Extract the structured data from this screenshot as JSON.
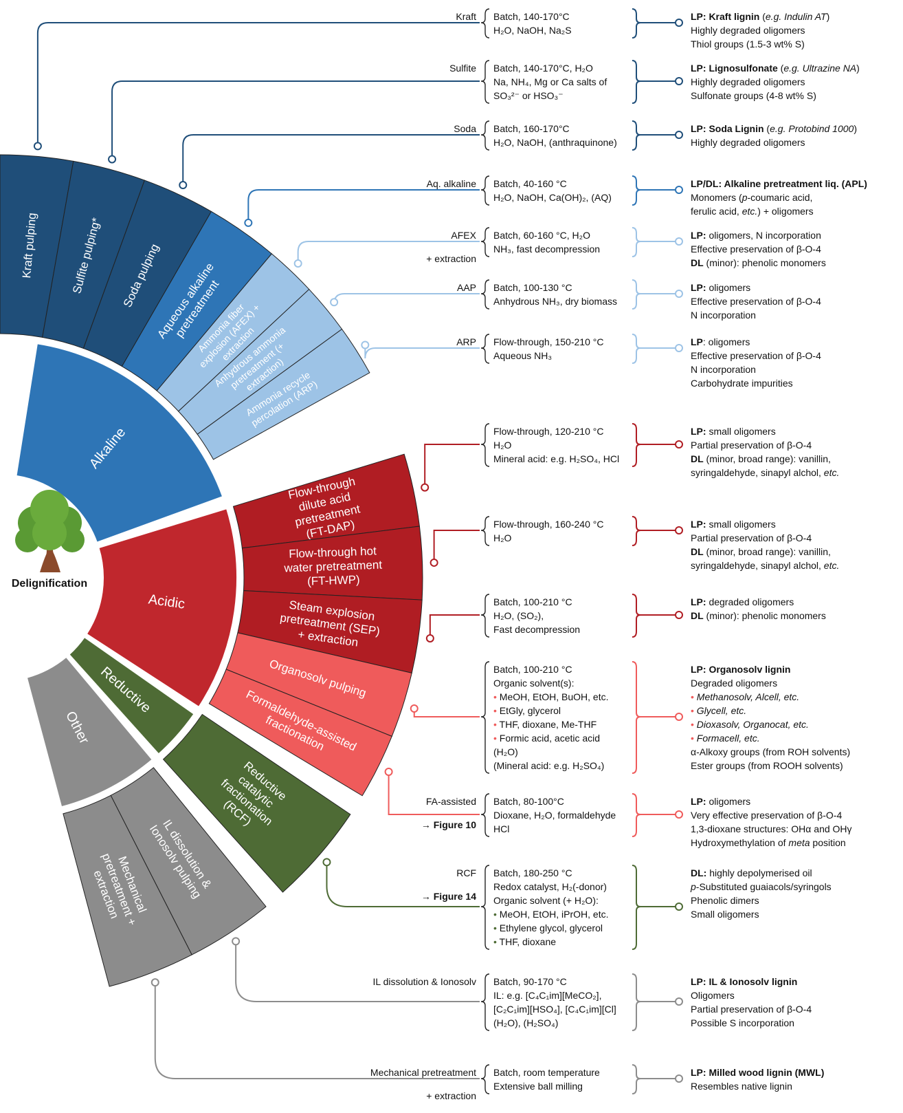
{
  "center": {
    "label": "Delignification"
  },
  "categories": [
    {
      "key": "alkaline",
      "label": "Alkaline",
      "color": "#2e75b6"
    },
    {
      "key": "acidic",
      "label": "Acidic",
      "color": "#c0272d"
    },
    {
      "key": "reductive",
      "label": "Reductive",
      "color": "#4e6b35"
    },
    {
      "key": "other",
      "label": "Other",
      "color": "#8c8c8c"
    }
  ],
  "palette": {
    "dark_blue": "#1f4e79",
    "mid_blue": "#2e75b6",
    "light_blue": "#9dc3e6",
    "dark_red": "#b01d23",
    "light_red": "#ef5b5b",
    "green": "#4e6b35",
    "grey": "#8c8c8c"
  },
  "processes": [
    {
      "segment": "Kraft pulping",
      "color": "dark_blue",
      "name": "Kraft",
      "name2": "",
      "conditions": [
        "Batch, 140-170°C",
        "H₂O, NaOH, Na₂S"
      ],
      "products": [
        [
          {
            "t": "LP: Kraft lignin",
            "b": true
          },
          {
            "t": " ("
          },
          {
            "t": "e.g. Indulin AT",
            "i": true
          },
          {
            "t": ")"
          }
        ],
        [
          {
            "t": "Highly degraded oligomers"
          }
        ],
        [
          {
            "t": "Thiol groups (1.5-3 wt% S)"
          }
        ]
      ]
    },
    {
      "segment": "Sulfite pulping*",
      "color": "dark_blue",
      "name": "Sulfite",
      "name2": "",
      "conditions": [
        "Batch, 140-170°C, H₂O",
        "Na, NH₄, Mg or Ca salts of",
        "SO₃²⁻ or HSO₃⁻"
      ],
      "products": [
        [
          {
            "t": "LP: Lignosulfonate",
            "b": true
          },
          {
            "t": " ("
          },
          {
            "t": "e.g. Ultrazine NA",
            "i": true
          },
          {
            "t": ")"
          }
        ],
        [
          {
            "t": "Highly degraded oligomers"
          }
        ],
        [
          {
            "t": "Sulfonate groups (4-8 wt% S)"
          }
        ]
      ]
    },
    {
      "segment": "Soda pulping",
      "color": "dark_blue",
      "name": "Soda",
      "name2": "",
      "conditions": [
        "Batch, 160-170°C",
        "H₂O, NaOH, (anthraquinone)"
      ],
      "products": [
        [
          {
            "t": "LP: Soda Lignin",
            "b": true
          },
          {
            "t": " ("
          },
          {
            "t": "e.g. Protobind 1000",
            "i": true
          },
          {
            "t": ")"
          }
        ],
        [
          {
            "t": "Highly degraded oligomers"
          }
        ]
      ]
    },
    {
      "segment": "Aqueous alkaline pretreatment",
      "color": "mid_blue",
      "name": "Aq. alkaline",
      "name2": "",
      "conditions": [
        "Batch, 40-160 °C",
        "H₂O, NaOH, Ca(OH)₂, (AQ)"
      ],
      "products": [
        [
          {
            "t": "LP/DL: Alkaline pretreatment liq. (APL)",
            "b": true
          }
        ],
        [
          {
            "t": "Monomers ("
          },
          {
            "t": "p",
            "i": true
          },
          {
            "t": "-coumaric acid,"
          }
        ],
        [
          {
            "t": "ferulic acid, "
          },
          {
            "t": "etc.",
            "i": true
          },
          {
            "t": ") + oligomers"
          }
        ]
      ]
    },
    {
      "segment": "Ammonia fiber explosion (AFEX) + extraction",
      "color": "light_blue",
      "name": "AFEX",
      "name2": "+ extraction",
      "conditions": [
        "Batch, 60-160 °C, H₂O",
        "NH₃, fast decompression"
      ],
      "products": [
        [
          {
            "t": "LP:",
            "b": true
          },
          {
            "t": " oligomers, N incorporation"
          }
        ],
        [
          {
            "t": "Effective preservation of β-O-4"
          }
        ],
        [
          {
            "t": "DL",
            "b": true
          },
          {
            "t": " (minor): phenolic monomers"
          }
        ]
      ]
    },
    {
      "segment": "Anhydrous ammonia pretreatment (+ extraction)",
      "color": "light_blue",
      "name": "AAP",
      "name2": "",
      "conditions": [
        "Batch, 100-130 °C",
        "Anhydrous NH₃, dry biomass"
      ],
      "products": [
        [
          {
            "t": "LP:",
            "b": true
          },
          {
            "t": " oligomers"
          }
        ],
        [
          {
            "t": "Effective preservation of β-O-4"
          }
        ],
        [
          {
            "t": "N incorporation"
          }
        ]
      ]
    },
    {
      "segment": "Ammonia recycle percolation (ARP)",
      "color": "light_blue",
      "name": "ARP",
      "name2": "",
      "conditions": [
        "Flow-through, 150-210 °C",
        "Aqueous NH₃"
      ],
      "products": [
        [
          {
            "t": "LP",
            "b": true
          },
          {
            "t": ": oligomers"
          }
        ],
        [
          {
            "t": "Effective preservation of β-O-4"
          }
        ],
        [
          {
            "t": "N incorporation"
          }
        ],
        [
          {
            "t": "Carbohydrate impurities"
          }
        ]
      ]
    },
    {
      "segment": "Flow-through dilute acid pretreatment (FT-DAP)",
      "color": "dark_red",
      "name": "",
      "name2": "",
      "conditions": [
        "Flow-through, 120-210 °C",
        "H₂O",
        "Mineral acid: e.g. H₂SO₄, HCl"
      ],
      "products": [
        [
          {
            "t": "LP:",
            "b": true
          },
          {
            "t": " small oligomers"
          }
        ],
        [
          {
            "t": "Partial preservation of β-O-4"
          }
        ],
        [
          {
            "t": "DL",
            "b": true
          },
          {
            "t": " (minor, broad range): vanillin,"
          }
        ],
        [
          {
            "t": "syringaldehyde, sinapyl alchol, "
          },
          {
            "t": "etc.",
            "i": true
          }
        ]
      ]
    },
    {
      "segment": "Flow-through hot water pretreatment (FT-HWP)",
      "color": "dark_red",
      "name": "",
      "name2": "",
      "conditions": [
        "Flow-through, 160-240 °C",
        "H₂O"
      ],
      "products": [
        [
          {
            "t": "LP:",
            "b": true
          },
          {
            "t": " small oligomers"
          }
        ],
        [
          {
            "t": "Partial preservation of β-O-4"
          }
        ],
        [
          {
            "t": "DL",
            "b": true
          },
          {
            "t": " (minor, broad range): vanillin,"
          }
        ],
        [
          {
            "t": "syringaldehyde, sinapyl alchol, "
          },
          {
            "t": "etc.",
            "i": true
          }
        ]
      ]
    },
    {
      "segment": "Steam explosion pretreatment (SEP) + extraction",
      "color": "dark_red",
      "name": "",
      "name2": "",
      "conditions": [
        "Batch, 100-210 °C",
        "H₂O, (SO₂),",
        "Fast decompression"
      ],
      "products": [
        [
          {
            "t": "LP:",
            "b": true
          },
          {
            "t": " degraded oligomers"
          }
        ],
        [
          {
            "t": "DL",
            "b": true
          },
          {
            "t": " (minor): phenolic monomers"
          }
        ]
      ]
    },
    {
      "segment": "Organosolv pulping",
      "color": "light_red",
      "name": "",
      "name2": "",
      "conditions": [
        "Batch, 100-210 °C",
        "Organic solvent(s):",
        "• MeOH, EtOH, BuOH, etc.",
        "• EtGly, glycerol",
        "• THF, dioxane, Me-THF",
        "• Formic acid, acetic acid",
        "(H₂O)",
        "(Mineral acid: e.g. H₂SO₄)"
      ],
      "products": [
        [
          {
            "t": "LP: Organosolv lignin",
            "b": true
          }
        ],
        [
          {
            "t": "Degraded oligomers"
          }
        ],
        [
          {
            "t": "• ",
            "dot": true
          },
          {
            "t": "Methanosolv, Alcell, etc.",
            "i": true
          }
        ],
        [
          {
            "t": "• ",
            "dot": true
          },
          {
            "t": "Glycell, etc.",
            "i": true
          }
        ],
        [
          {
            "t": "• ",
            "dot": true
          },
          {
            "t": "Dioxasolv, Organocat, etc.",
            "i": true
          }
        ],
        [
          {
            "t": "• ",
            "dot": true
          },
          {
            "t": "Formacell, etc.",
            "i": true
          }
        ],
        [
          {
            "t": "α-Alkoxy groups (from ROH solvents)"
          }
        ],
        [
          {
            "t": "Ester groups (from ROOH solvents)"
          }
        ]
      ]
    },
    {
      "segment": "Formaldehyde-assisted fractionation",
      "color": "light_red",
      "name": "FA-assisted",
      "name2": "→ Figure 10",
      "conditions": [
        "Batch, 80-100°C",
        "Dioxane, H₂O, formaldehyde",
        "HCl"
      ],
      "products": [
        [
          {
            "t": "LP:",
            "b": true
          },
          {
            "t": " oligomers"
          }
        ],
        [
          {
            "t": "Very effective preservation of β-O-4"
          }
        ],
        [
          {
            "t": "1,3-dioxane structures: OHα and OHγ"
          }
        ],
        [
          {
            "t": "Hydroxymethylation of "
          },
          {
            "t": "meta",
            "i": true
          },
          {
            "t": " position"
          }
        ]
      ]
    },
    {
      "segment": "Reductive catalytic fractionation (RCF)",
      "color": "green",
      "name": "RCF",
      "name2": "→ Figure 14",
      "conditions": [
        "Batch, 180-250 °C",
        "Redox catalyst, H₂(-donor)",
        "Organic solvent (+ H₂O):",
        "• MeOH, EtOH, iPrOH, etc.",
        "• Ethylene glycol, glycerol",
        "• THF, dioxane"
      ],
      "products": [
        [
          {
            "t": "DL:",
            "b": true
          },
          {
            "t": " highly depolymerised oil"
          }
        ],
        [
          {
            "t": "p",
            "i": true
          },
          {
            "t": "-Substituted guaiacols/syringols"
          }
        ],
        [
          {
            "t": "Phenolic dimers"
          }
        ],
        [
          {
            "t": "Small oligomers"
          }
        ]
      ]
    },
    {
      "segment": "IL dissolution & Ionosolv pulping",
      "color": "grey",
      "name": "IL dissolution & Ionosolv",
      "name2": "",
      "conditions": [
        "Batch, 90-170 °C",
        "IL: e.g. [C₄C₁im][MeCO₂],",
        "[C₂C₁im][HSO₄], [C₄C₁im][Cl]",
        "(H₂O), (H₂SO₄)"
      ],
      "products": [
        [
          {
            "t": "LP: IL & Ionosolv lignin",
            "b": true
          }
        ],
        [
          {
            "t": "Oligomers"
          }
        ],
        [
          {
            "t": "Partial preservation of β-O-4"
          }
        ],
        [
          {
            "t": "Possible S incorporation"
          }
        ]
      ]
    },
    {
      "segment": "Mechanical pretreatment + extraction",
      "color": "grey",
      "name": "Mechanical pretreatment",
      "name2": "+ extraction",
      "conditions": [
        "Batch, room temperature",
        "Extensive ball milling"
      ],
      "products": [
        [
          {
            "t": "LP: Milled wood lignin (MWL)",
            "b": true
          }
        ],
        [
          {
            "t": "Resembles native lignin"
          }
        ]
      ]
    }
  ]
}
